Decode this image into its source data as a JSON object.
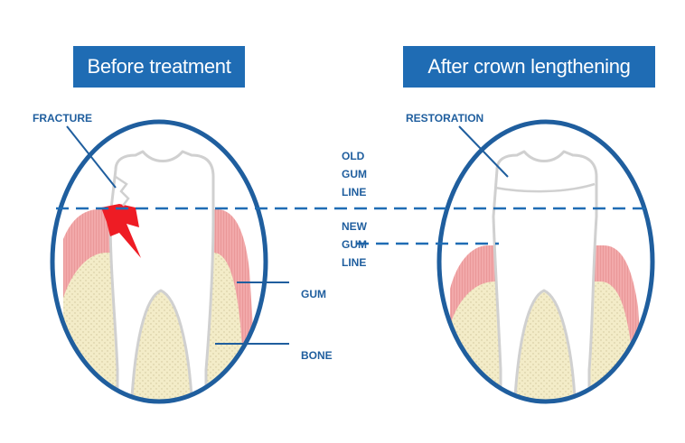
{
  "panels": {
    "before": {
      "title": "Before treatment"
    },
    "after": {
      "title": "After crown lengthening"
    }
  },
  "labels": {
    "fracture": "FRACTURE",
    "restoration": "RESTORATION",
    "old_gum_line": [
      "OLD",
      "GUM",
      "LINE"
    ],
    "new_gum_line": [
      "NEW",
      "GUM",
      "LINE"
    ],
    "gum": "GUM",
    "bone": "BONE"
  },
  "colors": {
    "banner": "#1f6cb4",
    "outline": "#1f5e9e",
    "gum": "#f2a9aa",
    "bone": "#f3ecc8",
    "tooth": "#ffffff",
    "tooth_outline": "#d0d0d0",
    "fracture": "#ee1c24"
  }
}
